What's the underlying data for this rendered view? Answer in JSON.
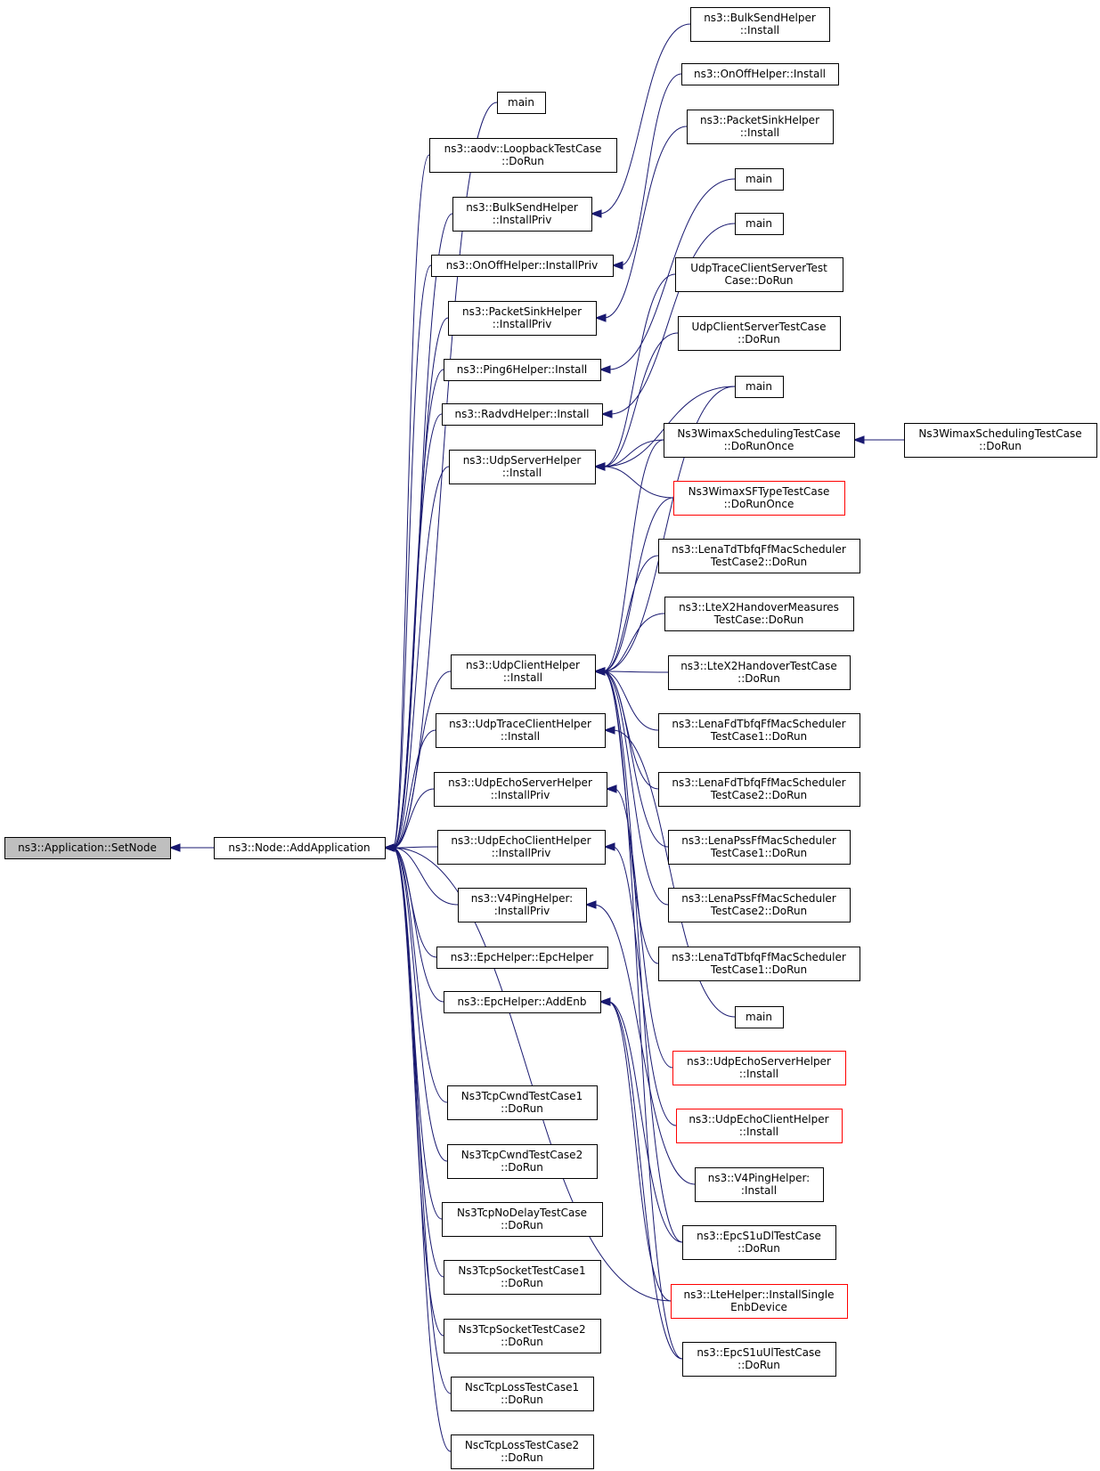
{
  "colors": {
    "edge": "#191970",
    "box_border": "#000000",
    "box_border_truncated": "#ff0000",
    "focus_fill": "#bfbfbf",
    "background": "#ffffff"
  },
  "nodes": [
    {
      "id": "setnode",
      "label": [
        "ns3::Application::SetNode"
      ],
      "style": "focus"
    },
    {
      "id": "addapp",
      "label": [
        "ns3::Node::AddApplication"
      ],
      "style": "normal"
    },
    {
      "id": "main_a",
      "label": [
        "main"
      ],
      "style": "normal"
    },
    {
      "id": "aodv",
      "label": [
        "ns3::aodv::LoopbackTestCase",
        "::DoRun"
      ],
      "style": "normal"
    },
    {
      "id": "bulkpriv",
      "label": [
        "ns3::BulkSendHelper",
        "::InstallPriv"
      ],
      "style": "normal"
    },
    {
      "id": "onoffpriv",
      "label": [
        "ns3::OnOffHelper::InstallPriv"
      ],
      "style": "normal"
    },
    {
      "id": "sinkpriv",
      "label": [
        "ns3::PacketSinkHelper",
        "::InstallPriv"
      ],
      "style": "normal"
    },
    {
      "id": "ping6",
      "label": [
        "ns3::Ping6Helper::Install"
      ],
      "style": "normal"
    },
    {
      "id": "radvd",
      "label": [
        "ns3::RadvdHelper::Install"
      ],
      "style": "normal"
    },
    {
      "id": "udpserver",
      "label": [
        "ns3::UdpServerHelper",
        "::Install"
      ],
      "style": "normal"
    },
    {
      "id": "udpclient",
      "label": [
        "ns3::UdpClientHelper",
        "::Install"
      ],
      "style": "normal"
    },
    {
      "id": "udptrace",
      "label": [
        "ns3::UdpTraceClientHelper",
        "::Install"
      ],
      "style": "normal"
    },
    {
      "id": "echoserverpriv",
      "label": [
        "ns3::UdpEchoServerHelper",
        "::InstallPriv"
      ],
      "style": "normal"
    },
    {
      "id": "echoclientpriv",
      "label": [
        "ns3::UdpEchoClientHelper",
        "::InstallPriv"
      ],
      "style": "normal"
    },
    {
      "id": "v4pingpriv",
      "label": [
        "ns3::V4PingHelper:",
        ":InstallPriv"
      ],
      "style": "normal"
    },
    {
      "id": "epchelper",
      "label": [
        "ns3::EpcHelper::EpcHelper"
      ],
      "style": "normal"
    },
    {
      "id": "addenb",
      "label": [
        "ns3::EpcHelper::AddEnb"
      ],
      "style": "normal"
    },
    {
      "id": "cwnd1",
      "label": [
        "Ns3TcpCwndTestCase1",
        "::DoRun"
      ],
      "style": "normal"
    },
    {
      "id": "cwnd2",
      "label": [
        "Ns3TcpCwndTestCase2",
        "::DoRun"
      ],
      "style": "normal"
    },
    {
      "id": "nodelay",
      "label": [
        "Ns3TcpNoDelayTestCase",
        "::DoRun"
      ],
      "style": "normal"
    },
    {
      "id": "socket1",
      "label": [
        "Ns3TcpSocketTestCase1",
        "::DoRun"
      ],
      "style": "normal"
    },
    {
      "id": "socket2",
      "label": [
        "Ns3TcpSocketTestCase2",
        "::DoRun"
      ],
      "style": "normal"
    },
    {
      "id": "nscloss1",
      "label": [
        "NscTcpLossTestCase1",
        "::DoRun"
      ],
      "style": "normal"
    },
    {
      "id": "nscloss2",
      "label": [
        "NscTcpLossTestCase2",
        "::DoRun"
      ],
      "style": "normal"
    },
    {
      "id": "bulkinst",
      "label": [
        "ns3::BulkSendHelper",
        "::Install"
      ],
      "style": "normal"
    },
    {
      "id": "onoffinst",
      "label": [
        "ns3::OnOffHelper::Install"
      ],
      "style": "normal"
    },
    {
      "id": "sinkinst",
      "label": [
        "ns3::PacketSinkHelper",
        "::Install"
      ],
      "style": "normal"
    },
    {
      "id": "main_b",
      "label": [
        "main"
      ],
      "style": "normal"
    },
    {
      "id": "main_c",
      "label": [
        "main"
      ],
      "style": "normal"
    },
    {
      "id": "udptracetest",
      "label": [
        "UdpTraceClientServerTest",
        "Case::DoRun"
      ],
      "style": "normal"
    },
    {
      "id": "udpcstest",
      "label": [
        "UdpClientServerTestCase",
        "::DoRun"
      ],
      "style": "normal"
    },
    {
      "id": "main_d",
      "label": [
        "main"
      ],
      "style": "normal"
    },
    {
      "id": "wimaxsched",
      "label": [
        "Ns3WimaxSchedulingTestCase",
        "::DoRunOnce"
      ],
      "style": "normal"
    },
    {
      "id": "wimaxsf",
      "label": [
        "Ns3WimaxSFTypeTestCase",
        "::DoRunOnce"
      ],
      "style": "truncated"
    },
    {
      "id": "lenatd2",
      "label": [
        "ns3::LenaTdTbfqFfMacScheduler",
        "TestCase2::DoRun"
      ],
      "style": "normal"
    },
    {
      "id": "ltex2meas",
      "label": [
        "ns3::LteX2HandoverMeasures",
        "TestCase::DoRun"
      ],
      "style": "normal"
    },
    {
      "id": "ltex2",
      "label": [
        "ns3::LteX2HandoverTestCase",
        "::DoRun"
      ],
      "style": "normal"
    },
    {
      "id": "lenafd1",
      "label": [
        "ns3::LenaFdTbfqFfMacScheduler",
        "TestCase1::DoRun"
      ],
      "style": "normal"
    },
    {
      "id": "lenafd2",
      "label": [
        "ns3::LenaFdTbfqFfMacScheduler",
        "TestCase2::DoRun"
      ],
      "style": "normal"
    },
    {
      "id": "lenapss1",
      "label": [
        "ns3::LenaPssFfMacScheduler",
        "TestCase1::DoRun"
      ],
      "style": "normal"
    },
    {
      "id": "lenapss2",
      "label": [
        "ns3::LenaPssFfMacScheduler",
        "TestCase2::DoRun"
      ],
      "style": "normal"
    },
    {
      "id": "lenatd1",
      "label": [
        "ns3::LenaTdTbfqFfMacScheduler",
        "TestCase1::DoRun"
      ],
      "style": "normal"
    },
    {
      "id": "main_e",
      "label": [
        "main"
      ],
      "style": "normal"
    },
    {
      "id": "echoserverinst",
      "label": [
        "ns3::UdpEchoServerHelper",
        "::Install"
      ],
      "style": "truncated"
    },
    {
      "id": "echoclientinst",
      "label": [
        "ns3::UdpEchoClientHelper",
        "::Install"
      ],
      "style": "truncated"
    },
    {
      "id": "v4pinginst",
      "label": [
        "ns3::V4PingHelper:",
        ":Install"
      ],
      "style": "normal"
    },
    {
      "id": "epcs1udl",
      "label": [
        "ns3::EpcS1uDlTestCase",
        "::DoRun"
      ],
      "style": "normal"
    },
    {
      "id": "ltesingle",
      "label": [
        "ns3::LteHelper::InstallSingle",
        "EnbDevice"
      ],
      "style": "truncated"
    },
    {
      "id": "epcs1uul",
      "label": [
        "ns3::EpcS1uUlTestCase",
        "::DoRun"
      ],
      "style": "normal"
    },
    {
      "id": "wimaxschedrun",
      "label": [
        "Ns3WimaxSchedulingTestCase",
        "::DoRun"
      ],
      "style": "normal"
    }
  ],
  "edges": [
    {
      "to": "setnode",
      "from": "addapp"
    },
    {
      "to": "addapp",
      "from": "main_a"
    },
    {
      "to": "addapp",
      "from": "aodv"
    },
    {
      "to": "addapp",
      "from": "bulkpriv"
    },
    {
      "to": "addapp",
      "from": "onoffpriv"
    },
    {
      "to": "addapp",
      "from": "sinkpriv"
    },
    {
      "to": "addapp",
      "from": "ping6"
    },
    {
      "to": "addapp",
      "from": "radvd"
    },
    {
      "to": "addapp",
      "from": "udpserver"
    },
    {
      "to": "addapp",
      "from": "udpclient"
    },
    {
      "to": "addapp",
      "from": "udptrace"
    },
    {
      "to": "addapp",
      "from": "echoserverpriv"
    },
    {
      "to": "addapp",
      "from": "echoclientpriv"
    },
    {
      "to": "addapp",
      "from": "v4pingpriv"
    },
    {
      "to": "addapp",
      "from": "epchelper"
    },
    {
      "to": "addapp",
      "from": "addenb"
    },
    {
      "to": "addapp",
      "from": "cwnd1"
    },
    {
      "to": "addapp",
      "from": "cwnd2"
    },
    {
      "to": "addapp",
      "from": "nodelay"
    },
    {
      "to": "addapp",
      "from": "socket1"
    },
    {
      "to": "addapp",
      "from": "socket2"
    },
    {
      "to": "addapp",
      "from": "nscloss1"
    },
    {
      "to": "addapp",
      "from": "nscloss2"
    },
    {
      "to": "addapp",
      "from": "ltesingle"
    },
    {
      "to": "bulkpriv",
      "from": "bulkinst"
    },
    {
      "to": "onoffpriv",
      "from": "onoffinst"
    },
    {
      "to": "sinkpriv",
      "from": "sinkinst"
    },
    {
      "to": "ping6",
      "from": "main_b"
    },
    {
      "to": "radvd",
      "from": "main_c"
    },
    {
      "to": "udpserver",
      "from": "udptracetest"
    },
    {
      "to": "udpserver",
      "from": "udpcstest"
    },
    {
      "to": "udpserver",
      "from": "main_d"
    },
    {
      "to": "udpserver",
      "from": "wimaxsched"
    },
    {
      "to": "udpserver",
      "from": "wimaxsf"
    },
    {
      "to": "udpclient",
      "from": "main_d"
    },
    {
      "to": "udpclient",
      "from": "wimaxsched"
    },
    {
      "to": "udpclient",
      "from": "wimaxsf"
    },
    {
      "to": "udpclient",
      "from": "lenatd2"
    },
    {
      "to": "udpclient",
      "from": "ltex2meas"
    },
    {
      "to": "udpclient",
      "from": "ltex2"
    },
    {
      "to": "udpclient",
      "from": "lenafd1"
    },
    {
      "to": "udpclient",
      "from": "lenafd2"
    },
    {
      "to": "udpclient",
      "from": "lenapss1"
    },
    {
      "to": "udpclient",
      "from": "lenapss2"
    },
    {
      "to": "udpclient",
      "from": "lenatd1"
    },
    {
      "to": "udpclient",
      "from": "epcs1udl"
    },
    {
      "to": "udpclient",
      "from": "epcs1uul"
    },
    {
      "to": "udptrace",
      "from": "main_e"
    },
    {
      "to": "echoserverpriv",
      "from": "echoserverinst"
    },
    {
      "to": "echoclientpriv",
      "from": "echoclientinst"
    },
    {
      "to": "v4pingpriv",
      "from": "v4pinginst"
    },
    {
      "to": "addenb",
      "from": "epcs1udl"
    },
    {
      "to": "addenb",
      "from": "ltesingle"
    },
    {
      "to": "addenb",
      "from": "epcs1uul"
    },
    {
      "to": "wimaxsched",
      "from": "wimaxschedrun"
    }
  ]
}
